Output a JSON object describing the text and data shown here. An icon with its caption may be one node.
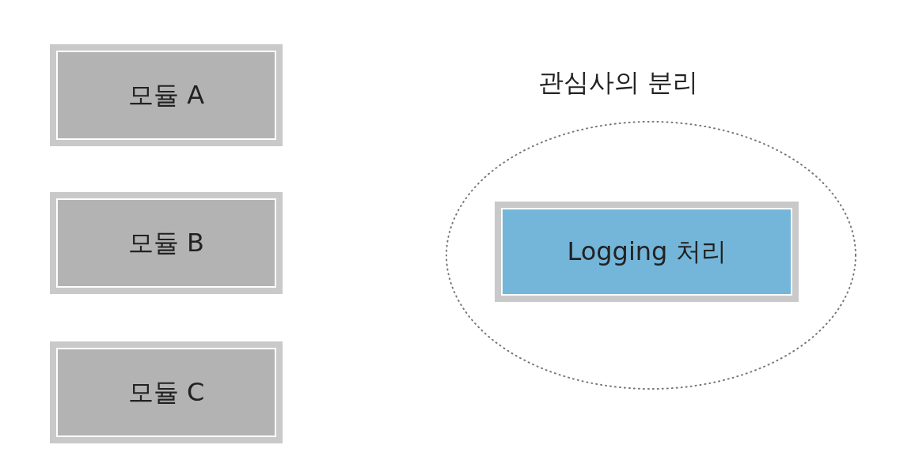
{
  "diagram": {
    "nodes": [
      {
        "text": [
          "모듈 A"
        ]
      },
      {
        "text": [
          "모듈 B"
        ]
      },
      {
        "text": [
          "모듈 C"
        ]
      },
      {
        "text": [
          "관심사의 분리"
        ]
      },
      {
        "text": [
          "Logging 처리"
        ],
        "in": 3
      }
    ]
  }
}
